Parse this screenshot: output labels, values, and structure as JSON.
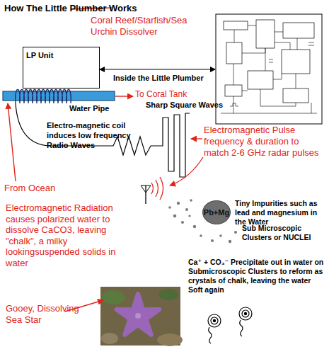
{
  "diagram": {
    "title": "How The Little Plumber Works",
    "nodes": [
      {
        "text": [
          "LP Unit"
        ]
      },
      {
        "text": [
          "Pb+Mg"
        ]
      }
    ],
    "labels": [
      "Coral Reef/Starfish/Sea Urchin Dissolver",
      "Inside the Little Plumber",
      "Water Pipe",
      "To Coral Tank",
      "Sharp Square Waves",
      "Electro-magnetic coil induces low frequency Radio Waves",
      "From Ocean",
      "Electromagnetic Pulse frequency & duration to match 2-6 GHz radar pulses",
      "Tiny Impurities such as lead and magnesium in the Water",
      "Sub Microscopic Clusters or NUCLEI",
      "Electromagnetic Radiation causes polarized water to dissolve CaCO3, leaving \"chalk\", a milky lookingsuspended solids in water",
      "Ca⁺ + CO₃⁻ Precipitate out in water on Submicroscopic Clusters to reform as crystals of chalk, leaving the water Soft again",
      "Gooey, Dissolving Sea Star"
    ]
  }
}
